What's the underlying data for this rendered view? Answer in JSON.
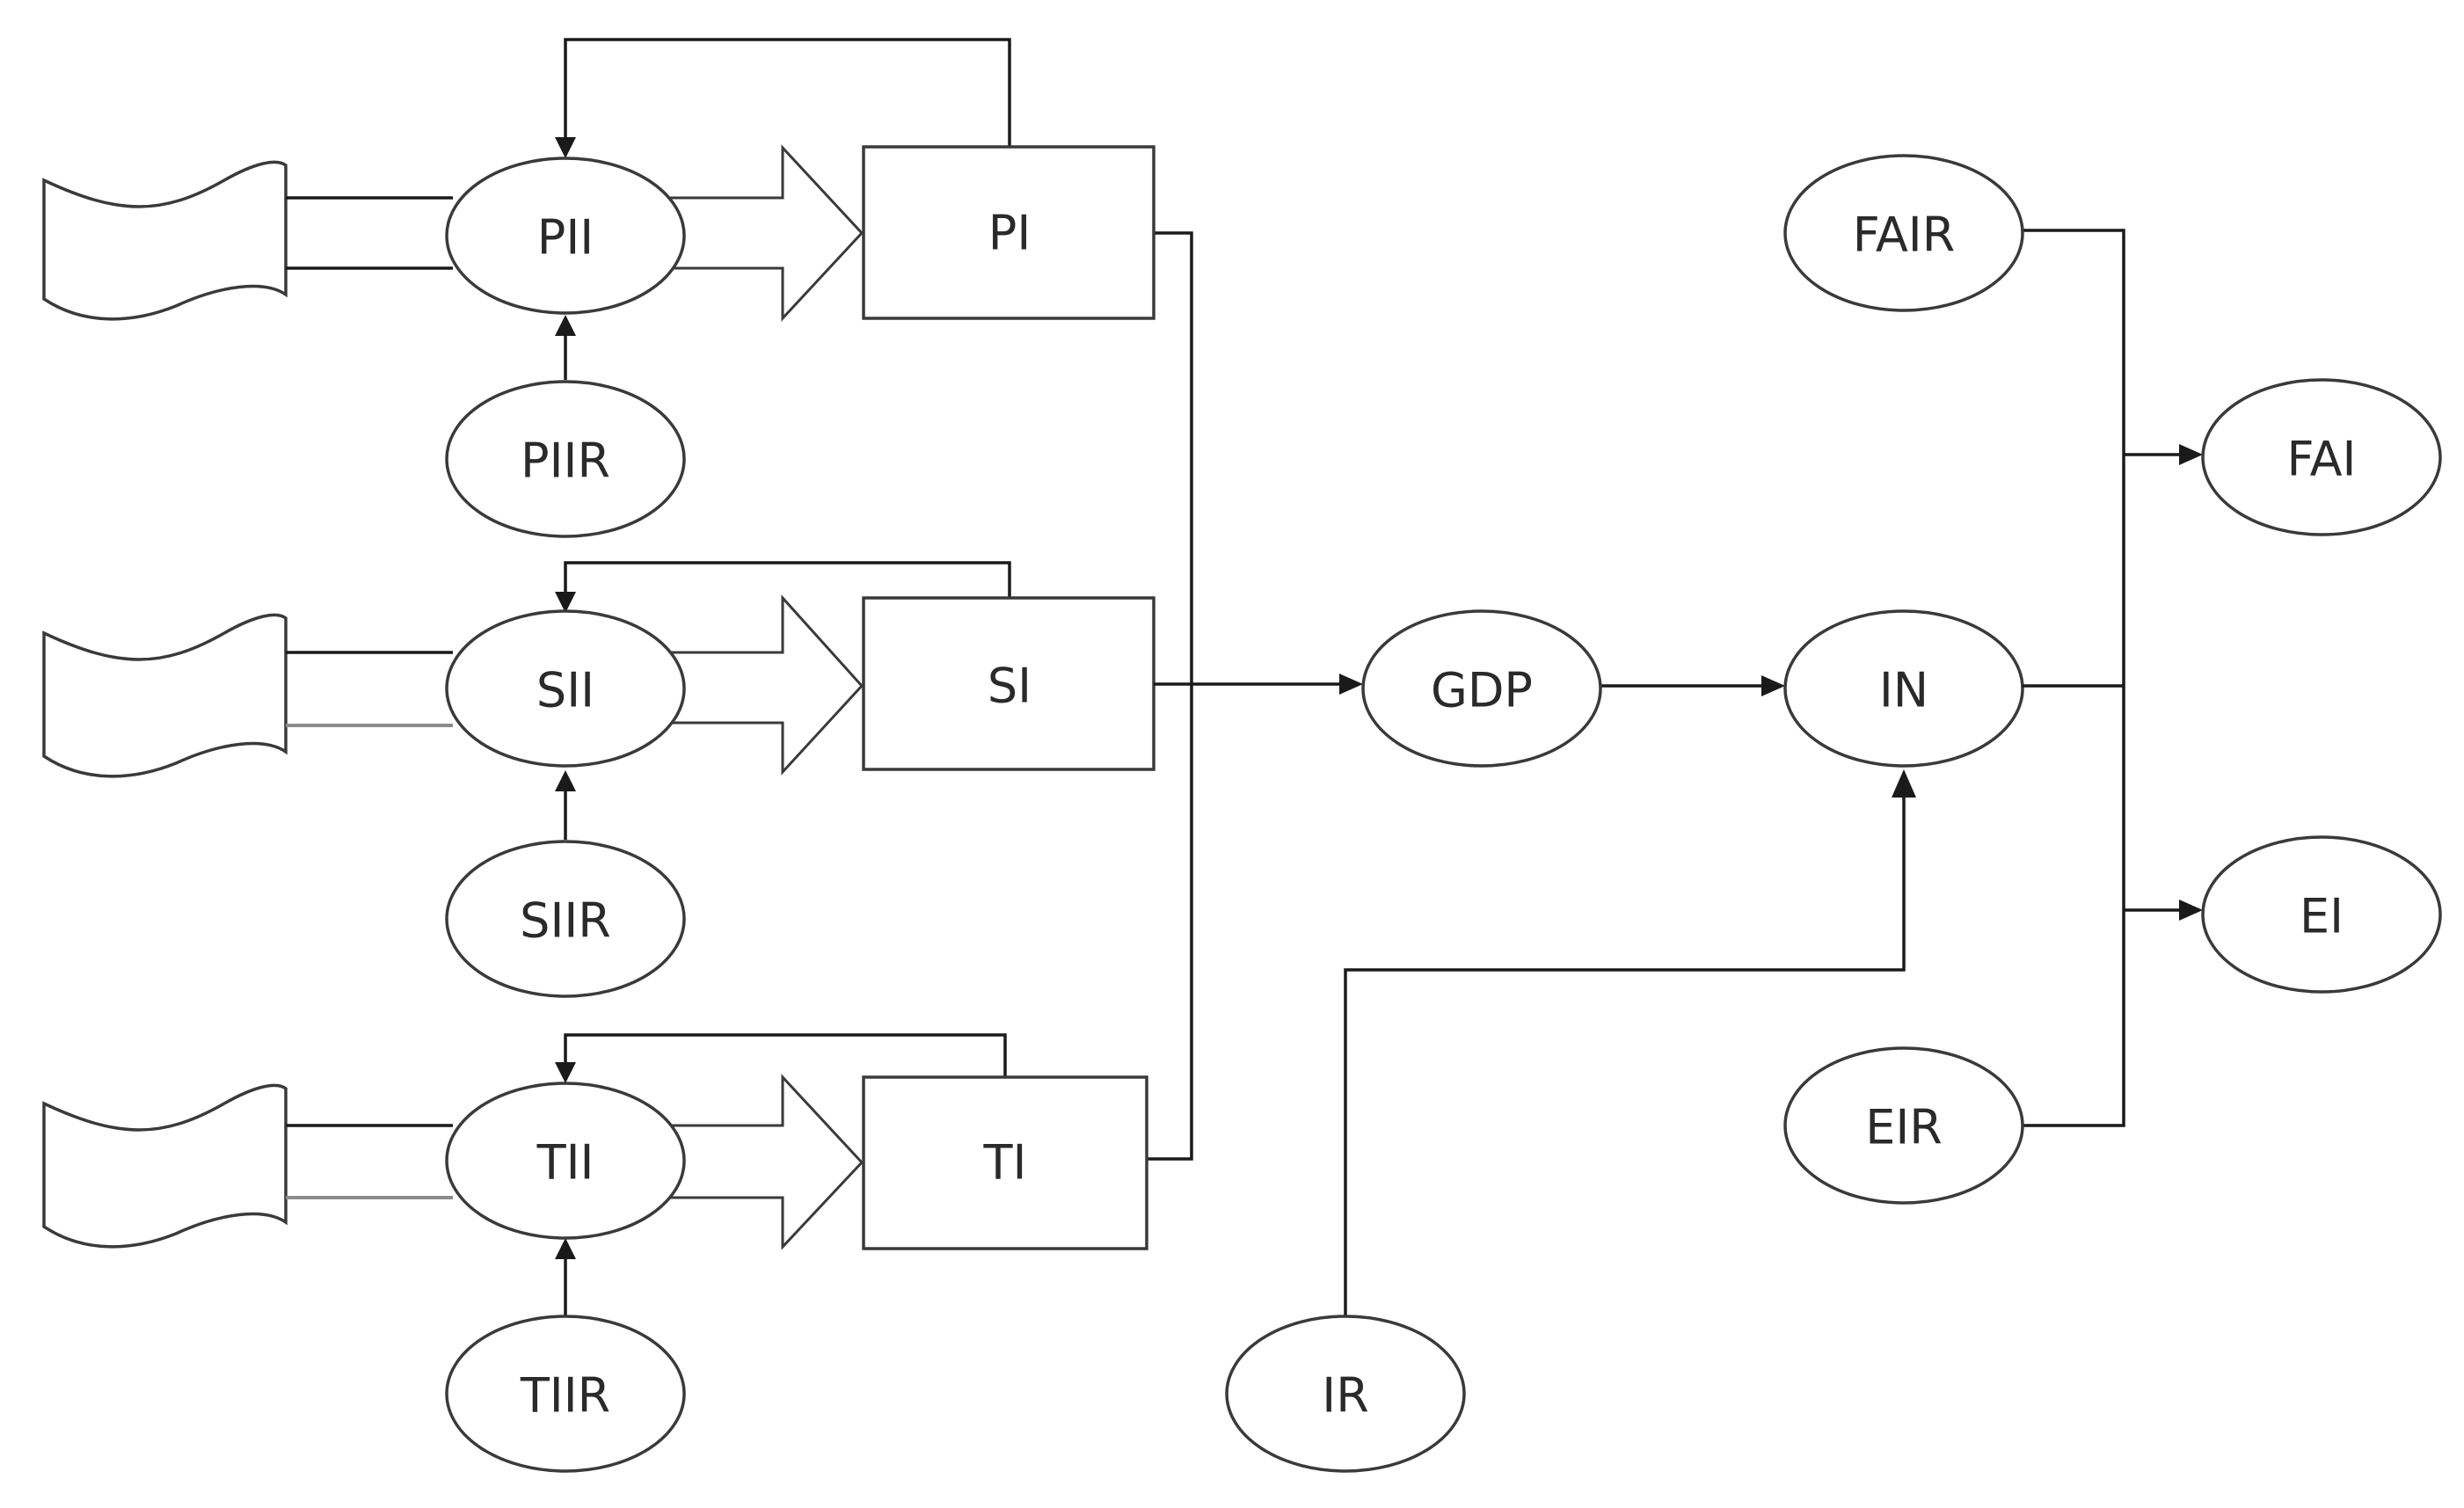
{
  "diagram": {
    "nodes": {
      "PII": "PII",
      "PI": "PI",
      "PIIR": "PIIR",
      "SII": "SII",
      "SI": "SI",
      "SIIR": "SIIR",
      "TII": "TII",
      "TI": "TI",
      "TIIR": "TIIR",
      "GDP": "GDP",
      "IN": "IN",
      "IR": "IR",
      "FAIR": "FAIR",
      "FAI": "FAI",
      "EI": "EI",
      "EIR": "EIR"
    },
    "edges": [
      [
        "PIIR",
        "PII"
      ],
      [
        "PII",
        "PI"
      ],
      [
        "PI",
        "PII"
      ],
      [
        "SIIR",
        "SII"
      ],
      [
        "SII",
        "SI"
      ],
      [
        "SI",
        "SII"
      ],
      [
        "TIIR",
        "TII"
      ],
      [
        "TII",
        "TI"
      ],
      [
        "TI",
        "TII"
      ],
      [
        "PI",
        "GDP"
      ],
      [
        "SI",
        "GDP"
      ],
      [
        "TI",
        "GDP"
      ],
      [
        "GDP",
        "IN"
      ],
      [
        "IR",
        "IN"
      ],
      [
        "FAIR",
        "FAI"
      ],
      [
        "IN",
        "FAI"
      ],
      [
        "IN",
        "EI"
      ],
      [
        "EIR",
        "EI"
      ]
    ]
  }
}
